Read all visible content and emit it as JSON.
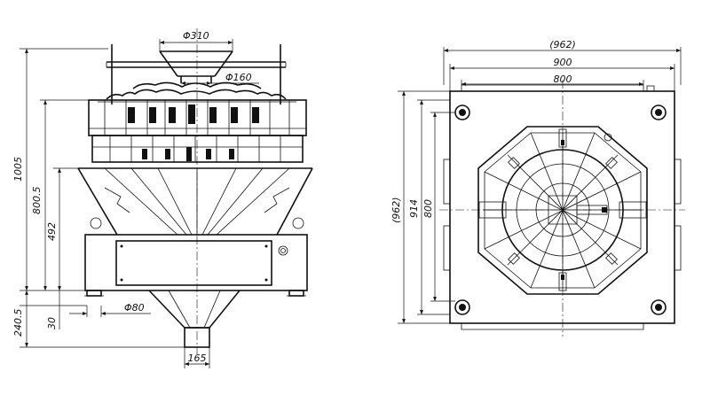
{
  "front_view": {
    "dim_top_diameter": "Φ310",
    "dim_collar_diameter": "Φ160",
    "dim_total_height": "1005",
    "dim_frame_height": "800.5",
    "dim_base_height": "492",
    "dim_leg_height": "240.5",
    "dim_foot_height": "30",
    "dim_foot_diameter": "Φ80",
    "dim_outlet_width": "165"
  },
  "top_view": {
    "dim_overall_width": "(962)",
    "dim_frame_width": "900",
    "dim_inner_width": "800",
    "dim_overall_depth": "(962)",
    "dim_frame_depth": "914",
    "dim_inner_depth": "800"
  }
}
